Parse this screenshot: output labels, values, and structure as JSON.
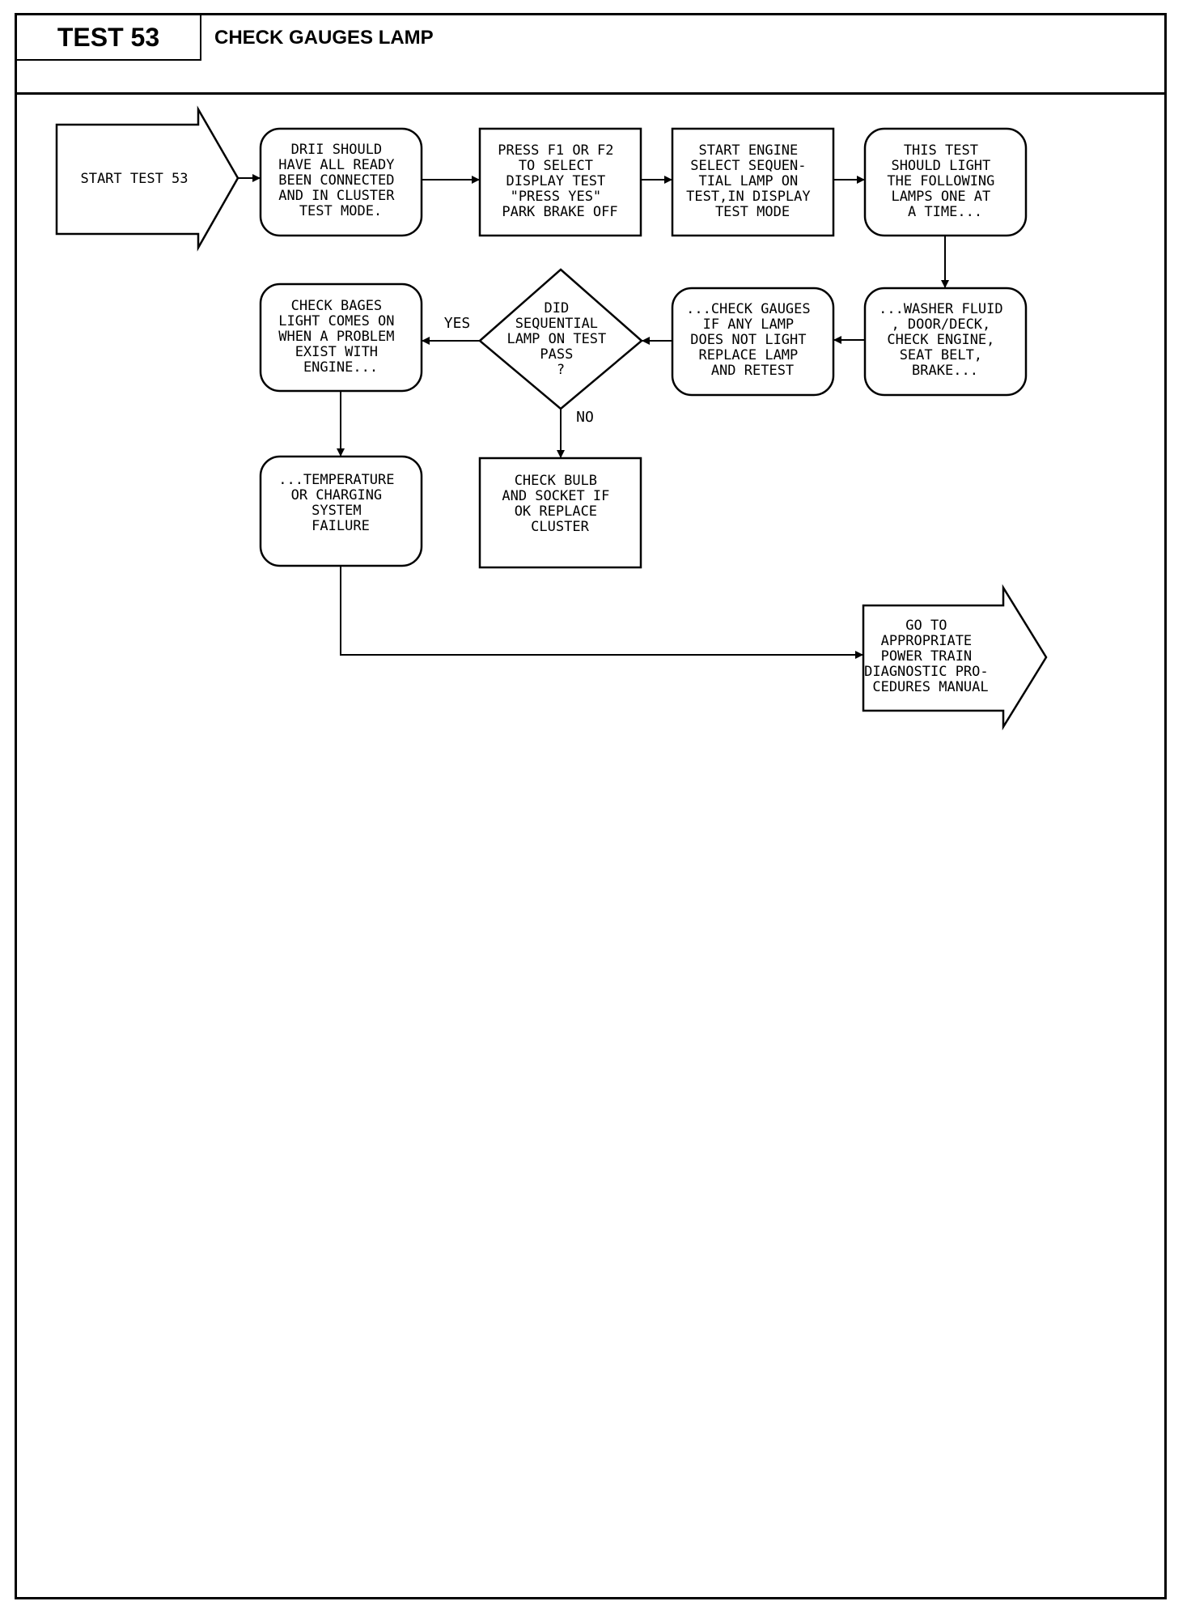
{
  "header": {
    "test_label": "TEST 53",
    "title": "CHECK GAUGES LAMP"
  },
  "nodes": [
    {
      "id": "start",
      "lines": [
        "START TEST 53"
      ]
    },
    {
      "id": "drii",
      "lines": [
        "DRII SHOULD",
        "HAVE ALL READY",
        "BEEN CONNECTED",
        "AND IN CLUSTER",
        "TEST MODE."
      ]
    },
    {
      "id": "press",
      "lines": [
        "PRESS F1 OR F2",
        "TO SELECT",
        "DISPLAY TEST",
        "\"PRESS YES\"",
        "PARK BRAKE OFF"
      ]
    },
    {
      "id": "engine",
      "lines": [
        "START ENGINE",
        "SELECT SEQUEN-",
        "TIAL LAMP ON",
        "TEST,IN DISPLAY",
        "TEST MODE"
      ]
    },
    {
      "id": "light",
      "lines": [
        "THIS TEST",
        "SHOULD LIGHT",
        "THE FOLLOWING",
        "LAMPS ONE AT",
        "A TIME..."
      ]
    },
    {
      "id": "washer",
      "lines": [
        "...WASHER FLUID",
        ", DOOR/DECK,",
        "CHECK ENGINE,",
        "SEAT BELT,",
        "BRAKE..."
      ]
    },
    {
      "id": "gauges",
      "lines": [
        "...CHECK GAUGES",
        "IF ANY LAMP",
        "DOES NOT LIGHT",
        "REPLACE LAMP",
        "AND RETEST"
      ]
    },
    {
      "id": "decision",
      "lines": [
        "DID",
        "SEQUENTIAL",
        "LAMP ON TEST",
        "PASS",
        "?"
      ]
    },
    {
      "id": "bages",
      "lines": [
        "CHECK BAGES",
        "LIGHT COMES ON",
        "WHEN A PROBLEM",
        "EXIST WITH",
        "ENGINE..."
      ]
    },
    {
      "id": "temp",
      "lines": [
        "...TEMPERATURE",
        "OR CHARGING",
        "SYSTEM",
        "FAILURE"
      ]
    },
    {
      "id": "bulb",
      "lines": [
        "CHECK BULB",
        "AND SOCKET IF",
        "OK REPLACE",
        "CLUSTER"
      ]
    },
    {
      "id": "goto",
      "lines": [
        "GO TO",
        "APPROPRIATE",
        "POWER TRAIN",
        "DIAGNOSTIC PRO-",
        "CEDURES MANUAL"
      ]
    }
  ],
  "edge_labels": {
    "yes": "YES",
    "no": "NO"
  }
}
